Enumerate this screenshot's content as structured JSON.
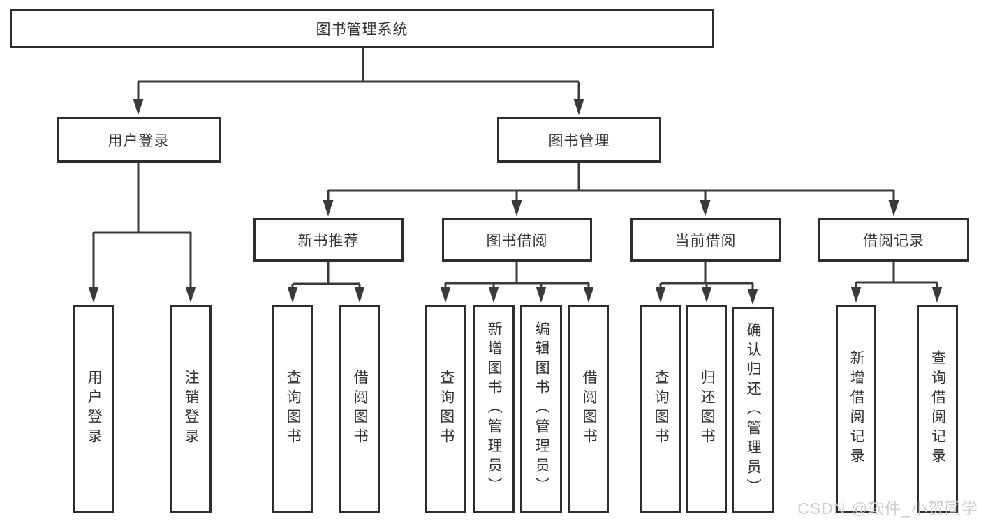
{
  "diagram": {
    "root": {
      "label": "图书管理系统"
    },
    "level2": [
      {
        "label": "用户登录"
      },
      {
        "label": "图书管理"
      }
    ],
    "level3": [
      {
        "label": "新书推荐"
      },
      {
        "label": "图书借阅"
      },
      {
        "label": "当前借阅"
      },
      {
        "label": "借阅记录"
      }
    ],
    "leaves": {
      "user_login": [
        {
          "label": "用户登录"
        },
        {
          "label": "注销登录"
        }
      ],
      "new_books": [
        {
          "label": "查询图书"
        },
        {
          "label": "借阅图书"
        }
      ],
      "book_borrow": [
        {
          "label": "查询图书"
        },
        {
          "label": "新增图书（管理员）"
        },
        {
          "label": "编辑图书（管理员）"
        },
        {
          "label": "借阅图书"
        }
      ],
      "current_borrow": [
        {
          "label": "查询图书"
        },
        {
          "label": "归还图书"
        },
        {
          "label": "确认归还（管理员）"
        }
      ],
      "borrow_records": [
        {
          "label": "新增借阅记录"
        },
        {
          "label": "查询借阅记录"
        }
      ]
    }
  },
  "watermark": {
    "text": "CSDN @软件_小贺同学"
  },
  "colors": {
    "border": "#2b2d30",
    "line": "#3a3a3c",
    "text": "#333333",
    "watermark": "#c6ccd2",
    "background": "#ffffff"
  }
}
